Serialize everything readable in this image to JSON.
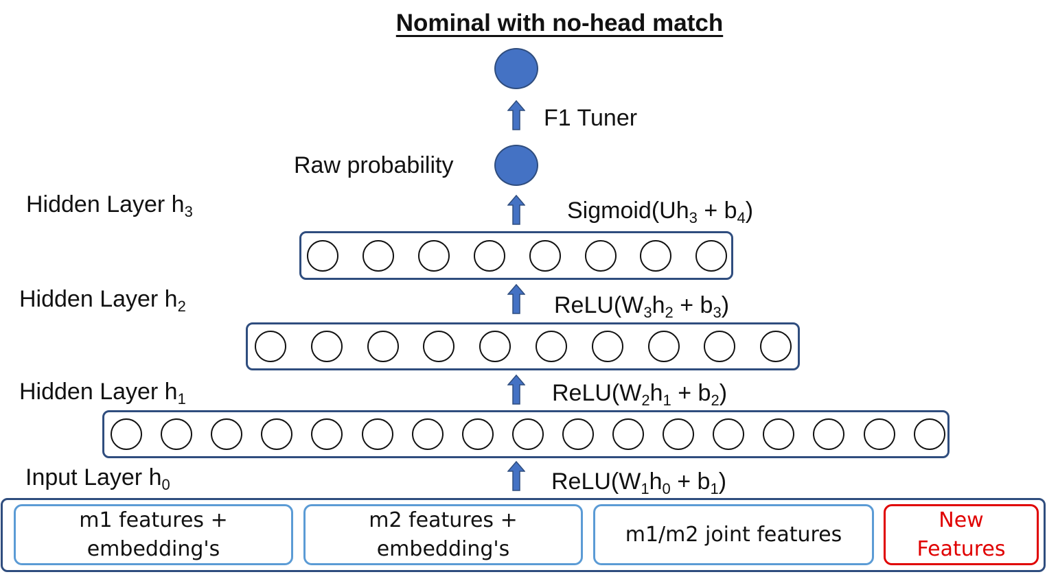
{
  "title": "Nominal with no-head match",
  "colors": {
    "layer_border": "#2f4d7e",
    "output_node_fill": "#4472c4",
    "feature_box_border": "#5b9bd5",
    "new_features": "#e00000",
    "arrow_fill": "#4472c4"
  },
  "icons": {
    "arrow": "up-arrow-icon",
    "neuron": "circle",
    "output": "filled-circle"
  },
  "output": {
    "tuner_label": "F1 Tuner",
    "raw_probability_label": "Raw probability"
  },
  "layers": {
    "h3": {
      "label": "Hidden Layer h",
      "sub": "3",
      "neurons": 8
    },
    "h2": {
      "label": "Hidden Layer h",
      "sub": "2",
      "neurons": 10
    },
    "h1": {
      "label": "Hidden Layer h",
      "sub": "1",
      "neurons": 17
    },
    "h0": {
      "label": "Input Layer h",
      "sub": "0"
    }
  },
  "transforms": {
    "sigmoid": {
      "pre": "Sigmoid(Uh",
      "s1": "3",
      "mid": " + b",
      "s2": "4",
      "post": ")"
    },
    "relu3": {
      "pre": "ReLU(W",
      "s1": "3",
      "mid1": "h",
      "s2": "2",
      "mid2": " + b",
      "s3": "3",
      "post": ")"
    },
    "relu2": {
      "pre": "ReLU(W",
      "s1": "2",
      "mid1": "h",
      "s2": "1",
      "mid2": " + b",
      "s3": "2",
      "post": ")"
    },
    "relu1": {
      "pre": "ReLU(W",
      "s1": "1",
      "mid1": "h",
      "s2": "0",
      "mid2": " + b",
      "s3": "1",
      "post": ")"
    }
  },
  "input_features": [
    {
      "line1": "m1 features +",
      "line2": "embedding's"
    },
    {
      "line1": "m2 features +",
      "line2": "embedding's"
    },
    {
      "line1": "m1/m2 joint features"
    },
    {
      "line1": "New",
      "line2": "Features"
    }
  ]
}
